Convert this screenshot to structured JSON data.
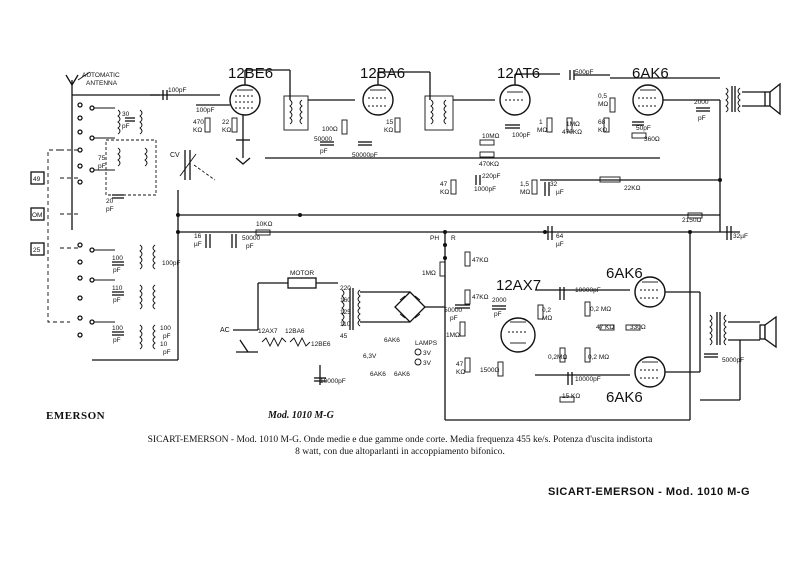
{
  "tubes": {
    "t1": "12BE6",
    "t2": "12BA6",
    "t3": "12AT6",
    "t4": "6AK6",
    "t5": "12AX7",
    "t6": "6AK6",
    "t7": "6AK6"
  },
  "antenna": {
    "line1": "AUTOMATIC",
    "line2": "ANTENNA"
  },
  "band_switch": {
    "b1": "49",
    "b2": "OM",
    "b3": "25"
  },
  "labels": {
    "motor": "MOTOR",
    "lamps": "LAMPS",
    "ph": "PH",
    "r": "R",
    "ac": "AC",
    "cv": "CV",
    "v220": "220",
    "v160": "160",
    "v125": "125",
    "v110": "110",
    "v45": "45",
    "v63": "6,3V",
    "v3a": "3V",
    "v3b": "3V",
    "heater_12ax7": "12AX7",
    "heater_12ba6": "12BA6",
    "heater_12be6": "12BE6",
    "heater_6ak6a": "6AK6",
    "heater_6ak6b": "6AK6",
    "heater_6ak6c": "6AK6"
  },
  "components": {
    "c100pf_a": "100pF",
    "c100pf_b": "100pF",
    "r470k_a": "470",
    "r470k_a2": "KΩ",
    "r22k": "22",
    "r22k2": "KΩ",
    "c30pf": "30",
    "c30pf2": "pF",
    "c75pf": "75",
    "c75pf2": "pF",
    "c20pf": "20",
    "c20pf2": "pF",
    "c50000pf_a": "50000",
    "c50000pf_a2": "pF",
    "r100ohm": "100Ω",
    "c50000pf_b": "50000pF",
    "r15k": "15",
    "r15k2": "KΩ",
    "c500pf": "500pF",
    "c100pf_c": "100pF",
    "r10m": "10MΩ",
    "r470k_b": "470KΩ",
    "c220pf": "220pF",
    "c1000pf": "1000pF",
    "r47k_a": "47",
    "r47k_a2": "KΩ",
    "r1m_a": "1",
    "r1m_a2": "MΩ",
    "r15m": "1,5",
    "r15m2": "MΩ",
    "r1m_b": "1MΩ",
    "r470k_c": "470KΩ",
    "r05m": "0,5",
    "r05m2": "MΩ",
    "r68k": "68",
    "r68k2": "KΩ",
    "c50pf": "50pF",
    "r360ohm": "360Ω",
    "c2000pf_a": "2000",
    "c2000pf_a2": "pF",
    "c32uf_a": "32",
    "c32uf_a2": "µF",
    "r22k_b": "22KΩ",
    "r2150": "2150Ω",
    "c32uf_b": "32µF",
    "c64uf": "64",
    "c64uf2": "µF",
    "r10k": "10KΩ",
    "c16uf": "16",
    "c16uf2": "µF",
    "c50000pf_c": "50000",
    "c50000pf_c2": "pF",
    "c100pf_d": "100",
    "c100pf_d2": "pF",
    "c100pf_e": "100pF",
    "c110pf": "110",
    "c110pf2": "pF",
    "c100pf_f": "100",
    "c100pf_f2": "pF",
    "c100pf_g": "100",
    "c100pf_g2": "pF",
    "c10pf": "10",
    "c10pf2": "pF",
    "r47k_b": "47KΩ",
    "r1m_c": "1MΩ",
    "r47k_c": "47KΩ",
    "c50000pf_d": "50000",
    "c50000pf_d2": "pF",
    "r1m_d": "1MΩ",
    "r47k_d": "47",
    "r47k_d2": "KΩ",
    "r1500": "1500Ω",
    "c2000pf_b": "2000",
    "c2000pf_b2": "pF",
    "r02m_a": "0,2",
    "r02m_a2": "MΩ",
    "c10000pf_a": "10000pF",
    "r02m_b": "0,2 MΩ",
    "r47k_e": "47 KΩ",
    "r330": "330Ω",
    "r02m_c": "0,2MΩ",
    "r02m_d": "0,2 MΩ",
    "c10000pf_b": "10000pF",
    "r15k_b": "15 KΩ",
    "c5000pf": "5000pF",
    "c10000pf_c": "10000pF"
  },
  "footer": {
    "brand": "EMERSON",
    "model": "Mod. 1010 M-G",
    "caption_line1": "SICART-EMERSON - Mod. 1010 M-G. Onde medie e due gamme onde corte. Media frequenza 455 ke/s. Potenza d'uscita indistorta",
    "caption_line2": "8 watt, con due altoparlanti in accoppiamento bifonico.",
    "title": "SICART-EMERSON - Mod. 1010 M-G"
  }
}
